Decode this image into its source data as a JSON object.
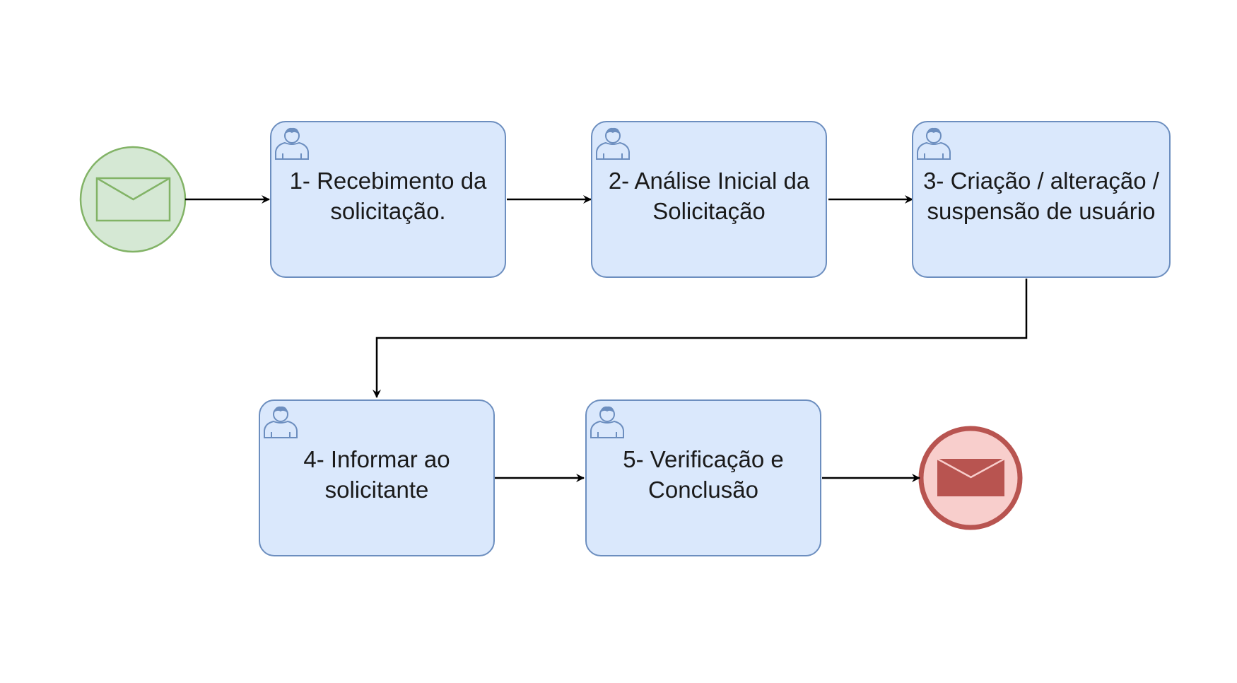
{
  "diagram": {
    "start_event": {
      "type": "message-start-event",
      "icon": "envelope-icon",
      "fill": "#d5e8d4",
      "stroke": "#82b366"
    },
    "end_event": {
      "type": "message-end-event",
      "icon": "envelope-filled-icon",
      "fill": "#f8cecc",
      "stroke": "#b85450"
    },
    "task_style": {
      "fill": "#dae8fc",
      "stroke": "#6c8ebf",
      "icon": "user-task-icon"
    },
    "tasks": [
      {
        "label": "1- Recebimento da\nsolicitação."
      },
      {
        "label": "2- Análise Inicial da\nSolicitação"
      },
      {
        "label": "3- Criação / alteração /\nsuspensão de usuário"
      },
      {
        "label": "4- Informar ao\nsolicitante"
      },
      {
        "label": "5- Verificação e\nConclusão"
      }
    ],
    "flows": [
      {
        "from": "start",
        "to": "task-1"
      },
      {
        "from": "task-1",
        "to": "task-2"
      },
      {
        "from": "task-2",
        "to": "task-3"
      },
      {
        "from": "task-3",
        "to": "task-4"
      },
      {
        "from": "task-4",
        "to": "task-5"
      },
      {
        "from": "task-5",
        "to": "end"
      }
    ]
  }
}
